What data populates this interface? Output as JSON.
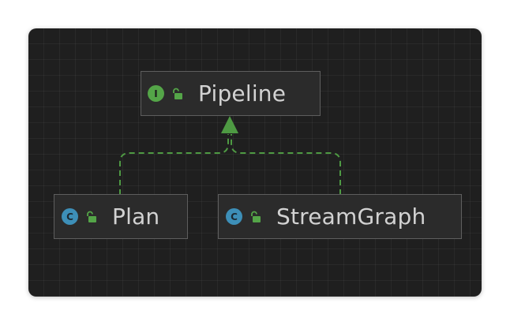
{
  "diagram": {
    "nodes": [
      {
        "id": "pipeline",
        "label": "Pipeline",
        "kind": "interface",
        "kind_letter": "I",
        "kind_icon": "interface-icon",
        "visibility_icon": "unlocked-icon"
      },
      {
        "id": "plan",
        "label": "Plan",
        "kind": "class",
        "kind_letter": "C",
        "kind_icon": "class-icon",
        "visibility_icon": "unlocked-icon"
      },
      {
        "id": "streamgraph",
        "label": "StreamGraph",
        "kind": "class",
        "kind_letter": "C",
        "kind_icon": "class-icon",
        "visibility_icon": "unlocked-icon"
      }
    ],
    "edges": [
      {
        "from": "plan",
        "to": "pipeline",
        "type": "implements",
        "style": "dashed"
      },
      {
        "from": "streamgraph",
        "to": "pipeline",
        "type": "implements",
        "style": "dashed"
      }
    ],
    "colors": {
      "background": "#1f1f1f",
      "edge": "#4e9a43",
      "interface_icon": "#54a548",
      "class_icon": "#3d8fb8",
      "node_fill": "#2b2b2b",
      "node_border": "#5e5e5e",
      "label_text": "#d2d2d2"
    }
  }
}
